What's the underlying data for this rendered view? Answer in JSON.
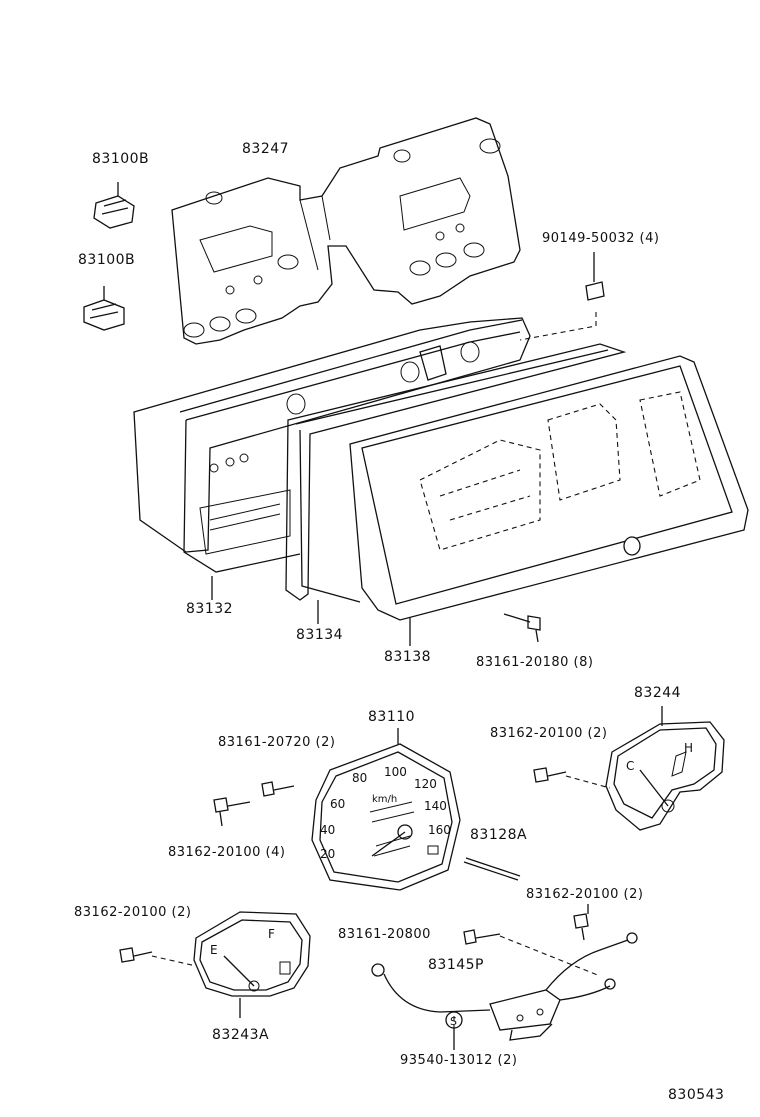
{
  "labels": {
    "bulb_upper": "83100B",
    "bulb_lower": "83100B",
    "circuit_plate": "83247",
    "screw_90149": "90149-50032 (4)",
    "case_83132": "83132",
    "plate_83134": "83134",
    "glass_83138": "83138",
    "screw_83161_20180": "83161-20180 (8)",
    "speedometer": "83110",
    "screw_83161_20720": "83161-20720 (2)",
    "screw_83162_left": "83162-20100 (4)",
    "temp_gauge": "83244",
    "screw_83162_temp": "83162-20100 (2)",
    "wire_83128A": "83128A",
    "screw_83162_right": "83162-20100 (2)",
    "screw_83162_fuel": "83162-20100 (2)",
    "screw_83161_20800": "83161-20800",
    "cable_83145P": "83145P",
    "fuel_gauge": "83243A",
    "screw_93540": "93540-13012 (2)",
    "diagram_number": "830543"
  },
  "dial": {
    "speed_ticks": [
      "20",
      "40",
      "60",
      "80",
      "100",
      "120",
      "140",
      "160"
    ],
    "unit": "km/h",
    "temp_cold": "C",
    "temp_hot": "H",
    "fuel_empty": "E",
    "fuel_full": "F",
    "clip_symbol": "S"
  }
}
